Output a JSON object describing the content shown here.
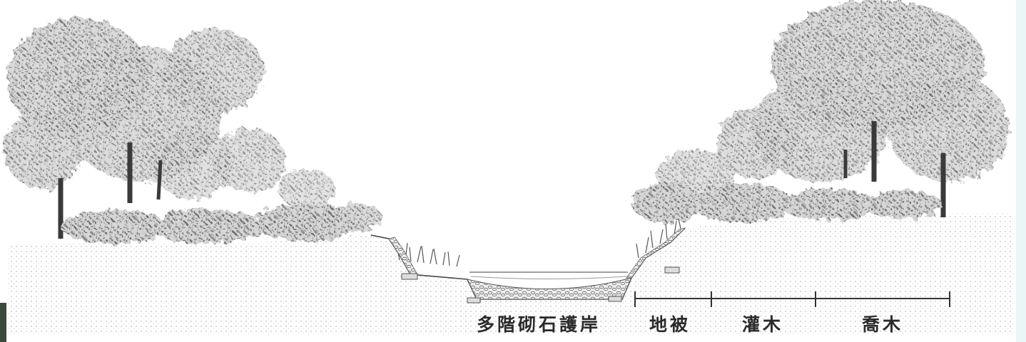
{
  "labels": {
    "masonry_revetment": "多階砌石護岸",
    "groundcover": "地被",
    "shrubs": "灌木",
    "trees": "喬木"
  },
  "colors": {
    "line": "#444444",
    "foliage_dark": "#7a7a7a",
    "foliage_light": "#cfcfcf",
    "water": "#f0f0f0"
  }
}
